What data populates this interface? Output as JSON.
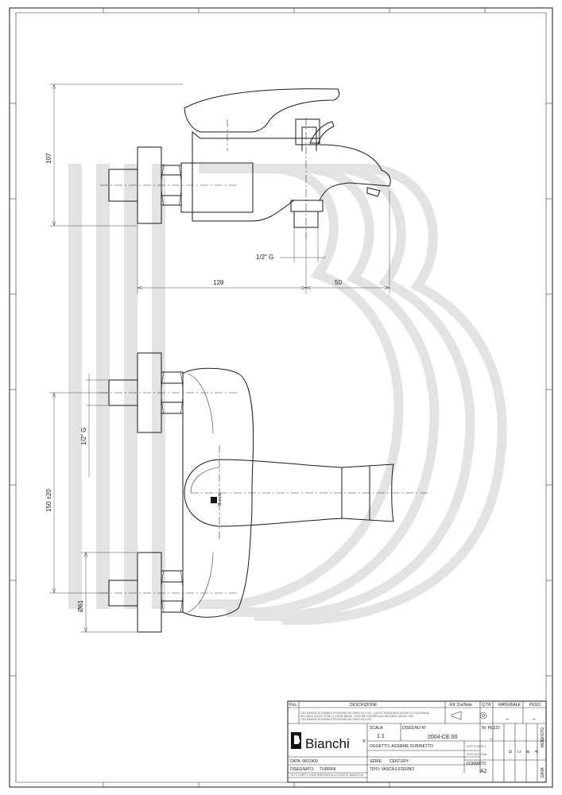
{
  "dimensions": {
    "height_107": "107",
    "len_128": "128",
    "len_50": "50",
    "thread_top": "1/2\" G",
    "thread_side": "1/2\" G",
    "center_distance": "150 ±20",
    "diameter": "Ø61"
  },
  "handle_mark": "Bianchi",
  "title_block": {
    "header": {
      "pos": "Pos.",
      "descrizione": "DESCRIZIONE",
      "rif": "Rif. Dis/Note",
      "qta": "Q.TA'",
      "materiale": "MATERIALE",
      "peso": "PESO"
    },
    "fine_print": [
      "TOLLERANZE DI FORMA E POSIZIONE SECONDO ISO 1101 - QUOTE SENZA INDICAZIONE DI TOLLERANZA",
      "SECONDO UNI EN 22768-1 CLASSE MEDIA - FINITURE SUPERFICIALI SECONDO UNI ISO 1302",
      "TOLLERANZE DI FORMA E POSIZIONE SECONDO ISO 1101"
    ],
    "material_dashes": [
      "_",
      "_"
    ],
    "scala_label": "SCALA:",
    "scala_value": "1:1",
    "disegno_label": "DISEGNO N°:",
    "disegno_value": "2004-CE.00",
    "pezzi_label": "Nr. PEZZI:",
    "pezzi_value": "_",
    "sostituisce": "SOSTITUISCE IL",
    "sostituito": "SOSTITUITO DAL",
    "oggetto": "OGGETTO: ASSIEME RUBINETTO",
    "serie_label": "SERIE:",
    "serie_value": "CENTURY",
    "tipo": "TIPO: VASCA ESTERNO",
    "formato_label": "FORMATO",
    "formato_value": "A2",
    "data": "DATA: 08/10/09",
    "disegnato_label": "DISEGNATO:",
    "disegnato_value": "TURRINI",
    "rights": "TUTTI I DIRITTI SONO RISERVATI ALLA SOCIETA' BIANCHI srl",
    "brand": "Bianchi",
    "registered": "®",
    "rev_letters": [
      "D",
      "C",
      "B",
      "A"
    ],
    "rev_headers": [
      "MOD.",
      "VISTO",
      "DATA"
    ]
  }
}
